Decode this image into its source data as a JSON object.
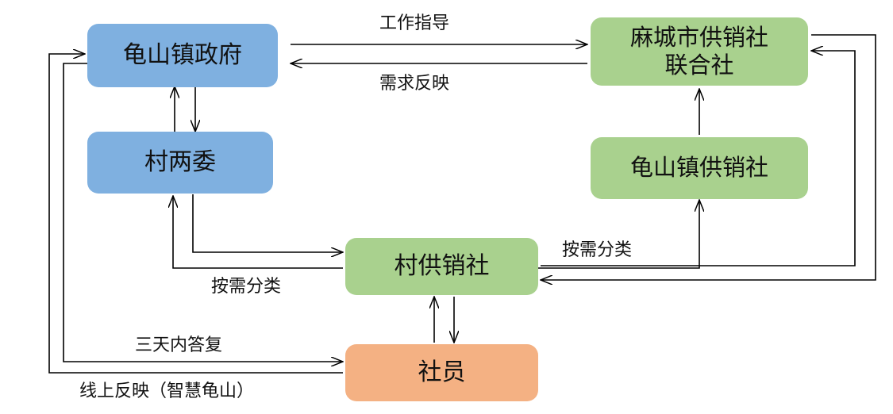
{
  "nodes": {
    "guishan_gov": "龟山镇政府",
    "macheng_union": "麻城市供销社联合社",
    "village_committees": "村两委",
    "guishan_coop": "龟山镇供销社",
    "village_coop": "村供销社",
    "member": "社员"
  },
  "edges": {
    "work_guidance": "工作指导",
    "demand_feedback": "需求反映",
    "classify_right": "按需分类",
    "classify_left": "按需分类",
    "reply_three_days": "三天内答复",
    "online_feedback": "线上反映（智慧龟山）"
  },
  "colors": {
    "government_nodes": "#7fb0e0",
    "coop_nodes": "#a9d18e",
    "member_node": "#f4b183",
    "lines": "#000000"
  }
}
